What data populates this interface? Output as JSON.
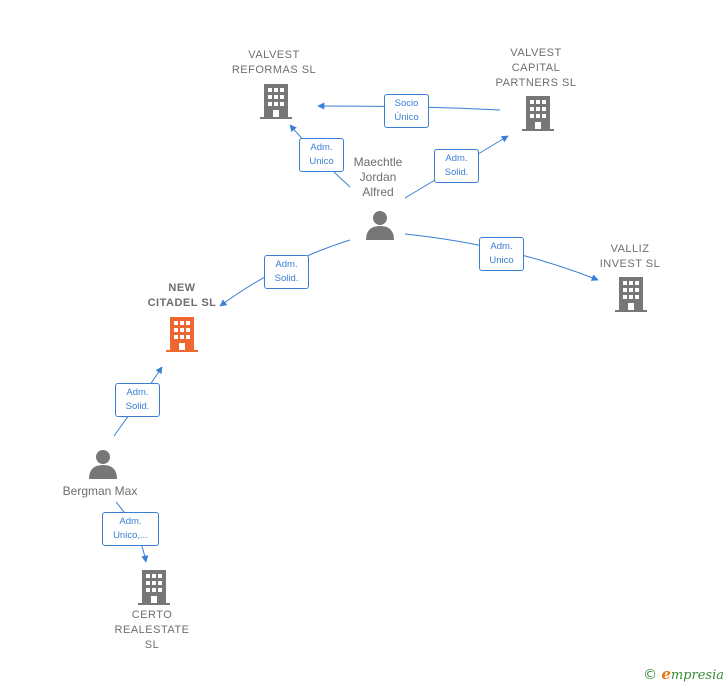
{
  "nodes": {
    "valvest_reformas": {
      "label_lines": [
        "VALVEST",
        "REFORMAS  SL"
      ],
      "icon": "building-icon",
      "color": "#777777"
    },
    "valvest_capital": {
      "label_lines": [
        "VALVEST",
        "CAPITAL",
        "PARTNERS  SL"
      ],
      "icon": "building-icon",
      "color": "#777777"
    },
    "maechtle": {
      "label_lines": [
        "Maechtle",
        "Jordan",
        "Alfred"
      ],
      "icon": "person-icon",
      "color": "#777777"
    },
    "valliz": {
      "label_lines": [
        "VALLIZ",
        "INVEST  SL"
      ],
      "icon": "building-icon",
      "color": "#777777"
    },
    "new_citadel": {
      "label_lines": [
        "NEW",
        "CITADEL  SL"
      ],
      "icon": "building-icon",
      "color": "#ef6630"
    },
    "bergman": {
      "label_lines": [
        "Bergman Max"
      ],
      "icon": "person-icon",
      "color": "#777777"
    },
    "certo": {
      "label_lines": [
        "CERTO",
        "REALESTATE",
        "SL"
      ],
      "icon": "building-icon",
      "color": "#777777"
    }
  },
  "edges": {
    "socio_unico": {
      "lines": [
        "Socio",
        "Único"
      ]
    },
    "adm_unico_reformas": {
      "lines": [
        "Adm.",
        "Unico"
      ]
    },
    "adm_solid_capital": {
      "lines": [
        "Adm.",
        "Solid."
      ]
    },
    "adm_unico_valliz": {
      "lines": [
        "Adm.",
        "Unico"
      ]
    },
    "adm_solid_citadel_m": {
      "lines": [
        "Adm.",
        "Solid."
      ]
    },
    "adm_solid_citadel_b": {
      "lines": [
        "Adm.",
        "Solid."
      ]
    },
    "adm_unico_certo": {
      "lines": [
        "Adm.",
        "Unico,..."
      ]
    }
  },
  "colors": {
    "edge": "#3a7fd5",
    "icon": "#777777",
    "highlight": "#ef6630"
  },
  "footer": {
    "copyright": "©",
    "brand_initial": "e",
    "brand_rest": "mpresia"
  }
}
